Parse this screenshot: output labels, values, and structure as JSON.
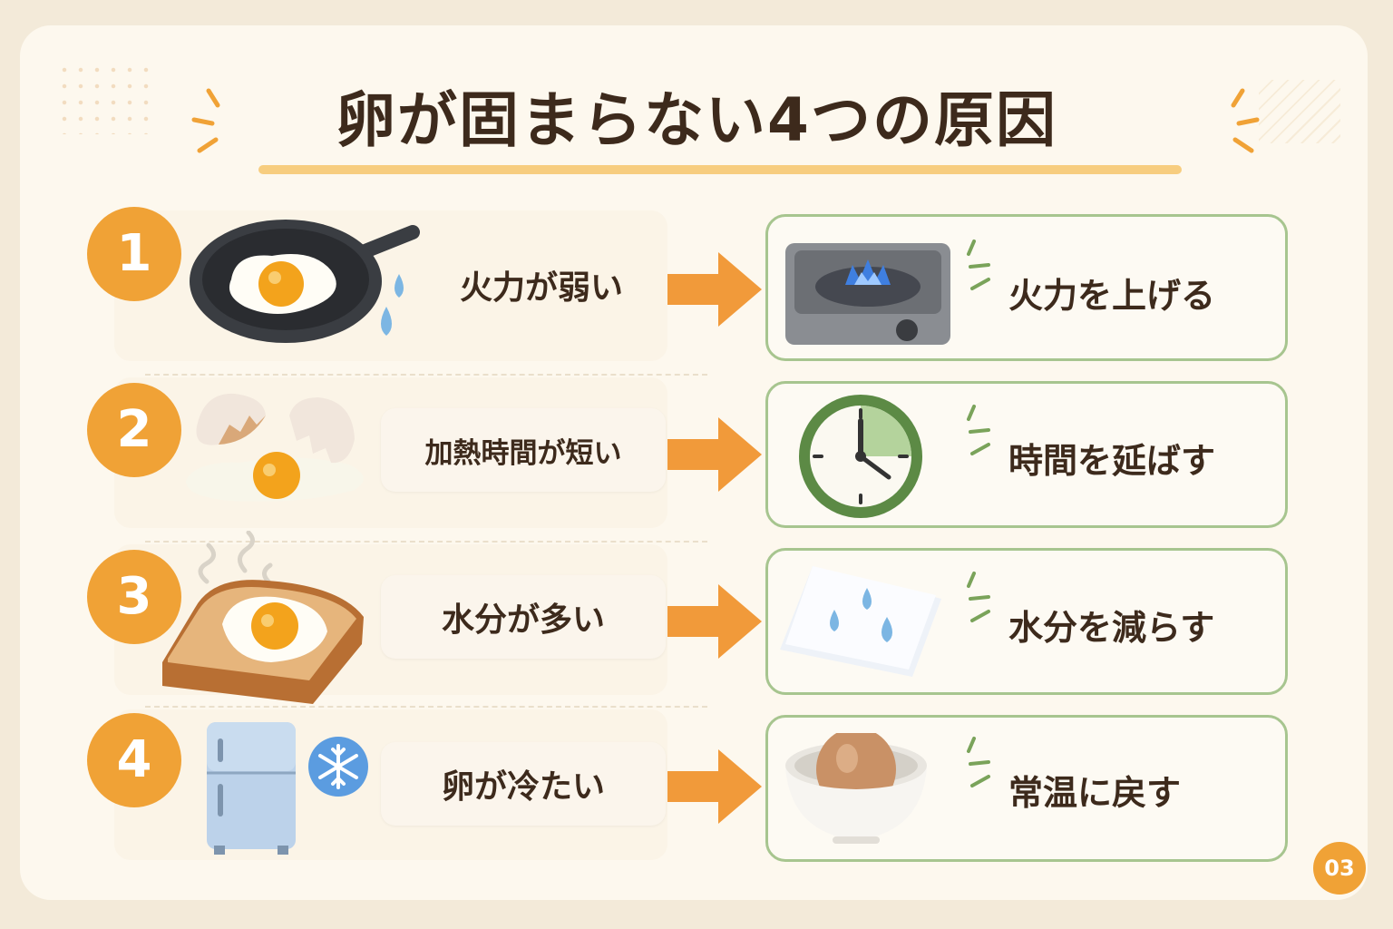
{
  "title": "卵が固まらない4つの原因",
  "page_number": "03",
  "colors": {
    "accent": "#f0a236",
    "solution_border": "#a7c58f",
    "text": "#3d2a1c",
    "background": "#fdf8ee"
  },
  "rows": [
    {
      "number": "1",
      "cause": "火力が弱い",
      "solution": "火力を上げる",
      "cause_icon": "frying-pan-icon",
      "solution_icon": "gas-stove-icon"
    },
    {
      "number": "2",
      "cause": "加熱時間が短い",
      "solution": "時間を延ばす",
      "cause_icon": "cracked-egg-icon",
      "solution_icon": "clock-icon"
    },
    {
      "number": "3",
      "cause": "水分が多い",
      "solution": "水分を減らす",
      "cause_icon": "egg-toast-icon",
      "solution_icon": "paper-towel-icon"
    },
    {
      "number": "4",
      "cause": "卵が冷たい",
      "solution": "常温に戻す",
      "cause_icon": "refrigerator-icon",
      "solution_icon": "egg-bowl-icon"
    }
  ]
}
